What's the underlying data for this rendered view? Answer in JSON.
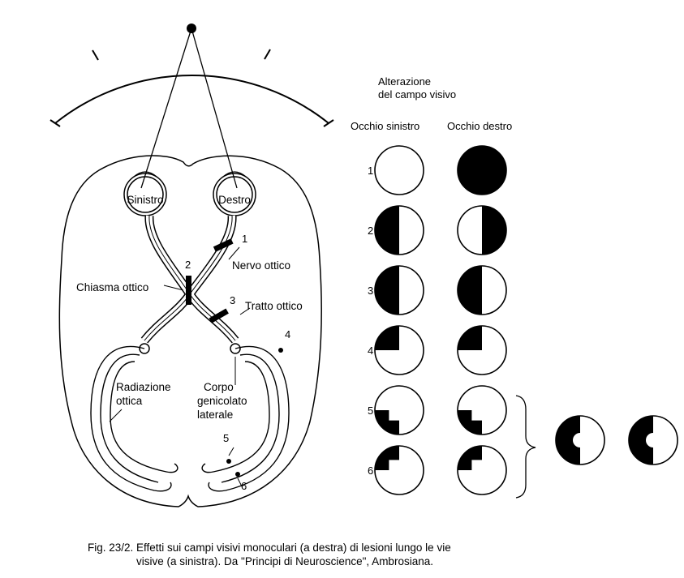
{
  "diagram": {
    "eyes": {
      "left": "Sinistro",
      "right": "Destro"
    },
    "labels": {
      "optic_nerve": "Nervo ottico",
      "chiasm": "Chiasma ottico",
      "optic_tract": "Tratto ottico",
      "radiation": [
        "Radiazione",
        "ottica"
      ],
      "lgn": [
        "Corpo",
        "genicolato",
        "laterale"
      ]
    },
    "lesion_numbers": [
      "1",
      "2",
      "3",
      "4",
      "5",
      "6"
    ]
  },
  "fields": {
    "title": [
      "Alterazione",
      "del campo visivo"
    ],
    "col_left": "Occhio sinistro",
    "col_right": "Occhio destro",
    "rows": [
      {
        "number": "1",
        "left": "none",
        "right": "full"
      },
      {
        "number": "2",
        "left": "left-half",
        "right": "right-half"
      },
      {
        "number": "3",
        "left": "left-half",
        "right": "left-half"
      },
      {
        "number": "4",
        "left": "upper-left-quadrant",
        "right": "upper-left-quadrant"
      },
      {
        "number": "5",
        "left": "lower-left-quadrant-partial",
        "right": "lower-left-quadrant-partial"
      },
      {
        "number": "6",
        "left": "upper-left-quadrant-partial",
        "right": "upper-left-quadrant-partial"
      }
    ],
    "combined": [
      "left-half-macular-sparing",
      "left-half-macular-sparing"
    ]
  },
  "caption": [
    "Fig. 23/2. Effetti sui campi visivi monoculari (a destra) di lesioni lungo le vie",
    "visive (a sinistra). Da \"Principi di Neuroscience\", Ambrosiana."
  ]
}
